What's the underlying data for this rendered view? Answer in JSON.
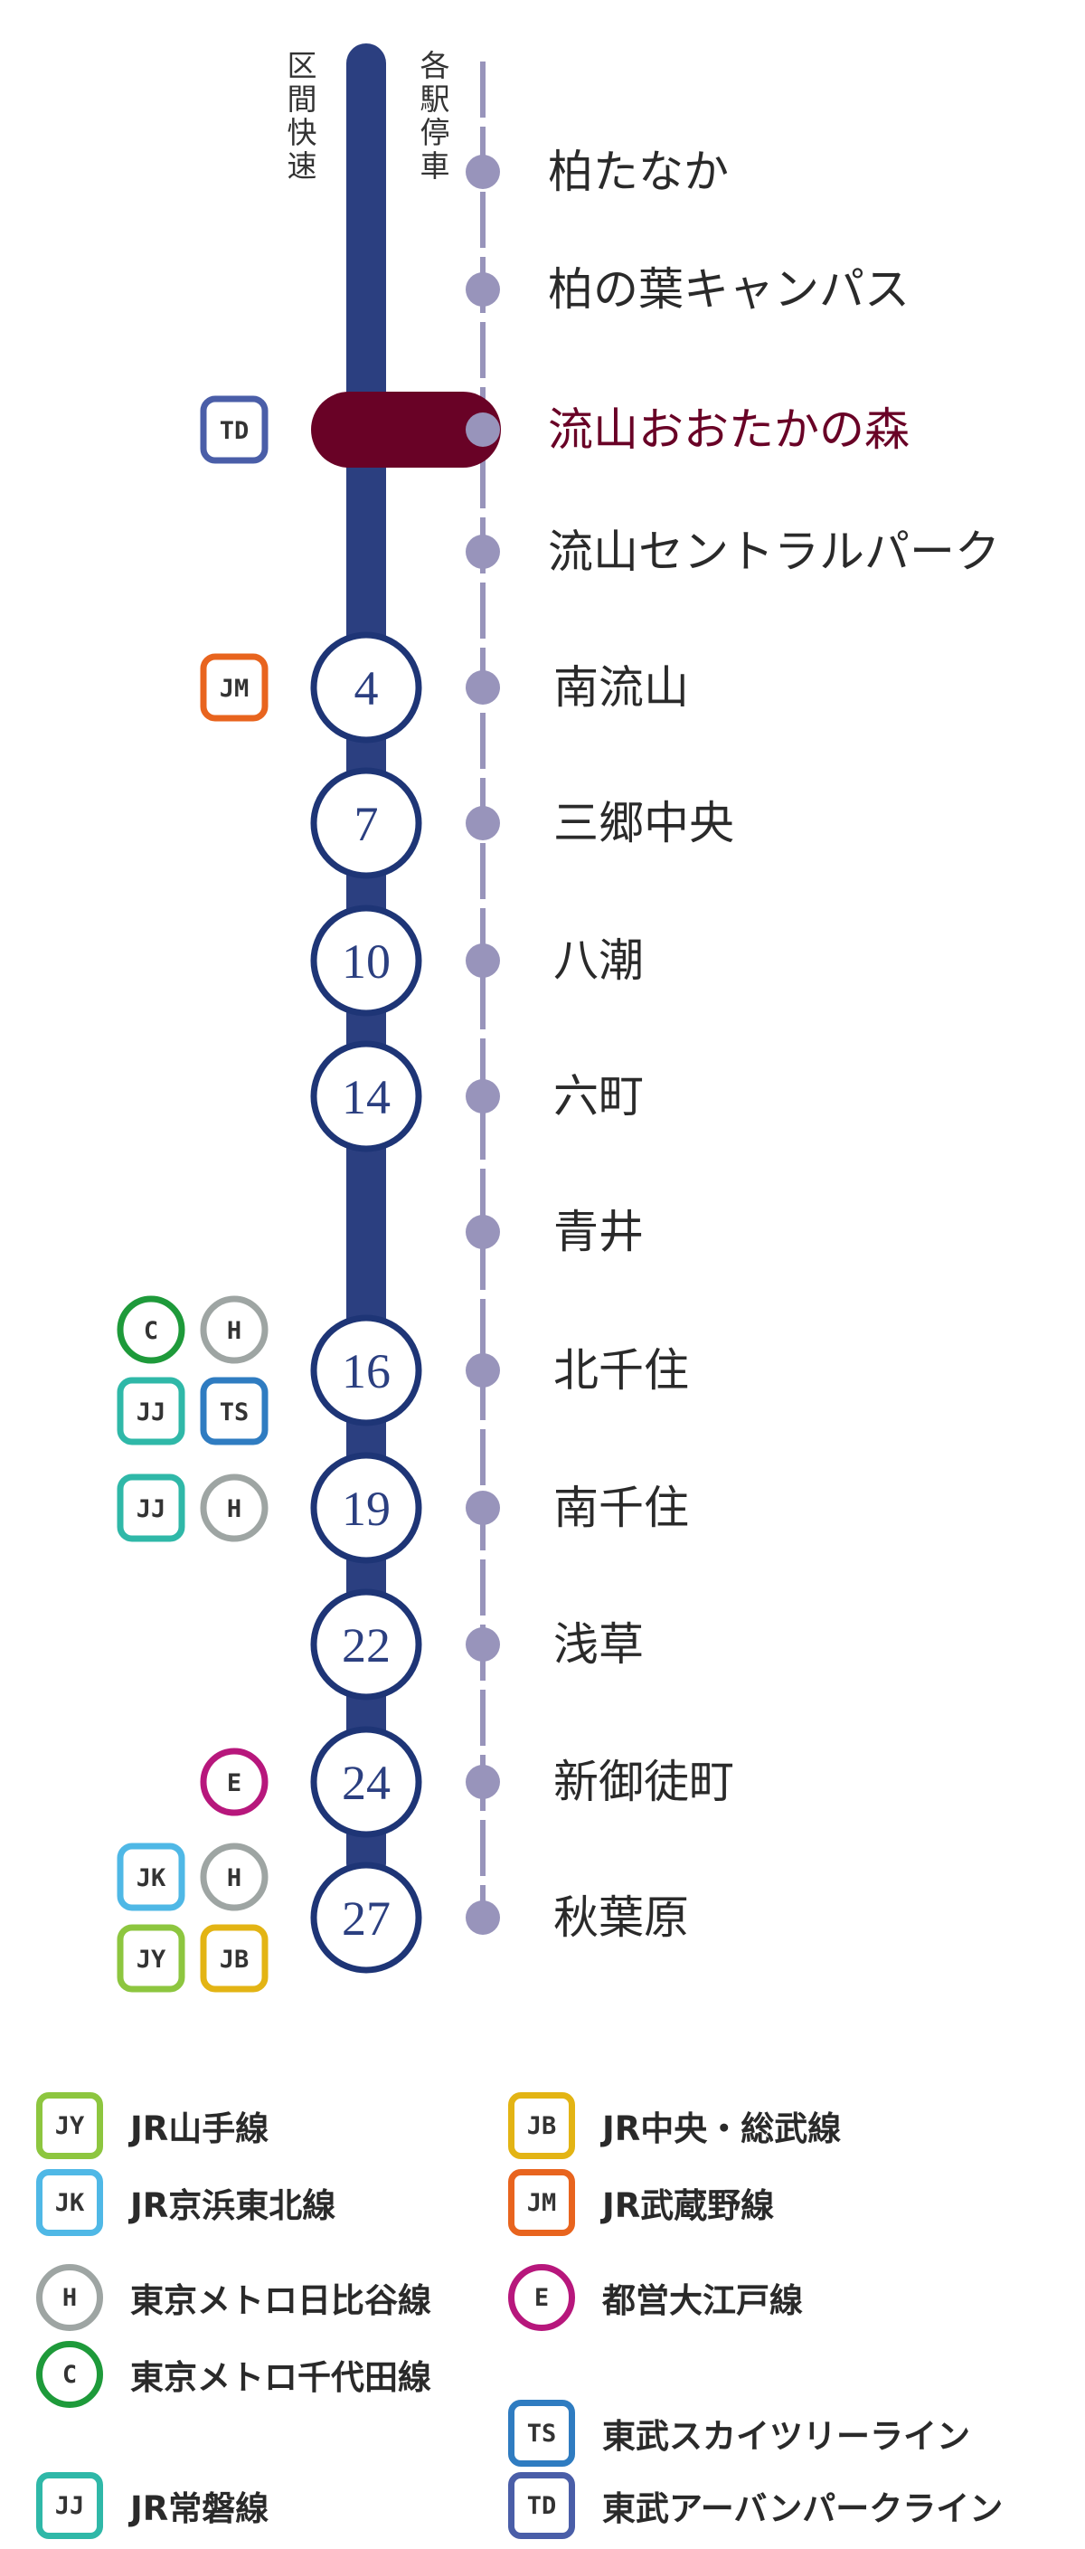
{
  "service_labels": {
    "rapid": "区間快速",
    "local": "各駅停車"
  },
  "colors": {
    "rapid_line": "#2b3f80",
    "local_line": "#9894bb",
    "highlight_pill": "#690226",
    "highlight_text": "#690226",
    "stop_circle_border": "#1e3576",
    "stop_number": "#2b3f80",
    "station_text": "#2a2a2a"
  },
  "stations": [
    {
      "name": "柏たなか",
      "rapid_stop": null,
      "highlight": false,
      "transfers": []
    },
    {
      "name": "柏の葉キャンパス",
      "rapid_stop": null,
      "highlight": false,
      "transfers": []
    },
    {
      "name": "流山おおたかの森",
      "rapid_stop": "pill",
      "highlight": true,
      "transfers": [
        "TD"
      ]
    },
    {
      "name": "流山セントラルパーク",
      "rapid_stop": null,
      "highlight": false,
      "transfers": []
    },
    {
      "name": "南流山",
      "rapid_stop": "4",
      "highlight": false,
      "transfers": [
        "JM"
      ]
    },
    {
      "name": "三郷中央",
      "rapid_stop": "7",
      "highlight": false,
      "transfers": []
    },
    {
      "name": "八潮",
      "rapid_stop": "10",
      "highlight": false,
      "transfers": []
    },
    {
      "name": "六町",
      "rapid_stop": "14",
      "highlight": false,
      "transfers": []
    },
    {
      "name": "青井",
      "rapid_stop": null,
      "highlight": false,
      "transfers": []
    },
    {
      "name": "北千住",
      "rapid_stop": "16",
      "highlight": false,
      "transfers": [
        "C",
        "H",
        "JJ",
        "TS"
      ]
    },
    {
      "name": "南千住",
      "rapid_stop": "19",
      "highlight": false,
      "transfers": [
        "JJ",
        "H"
      ]
    },
    {
      "name": "浅草",
      "rapid_stop": "22",
      "highlight": false,
      "transfers": []
    },
    {
      "name": "新御徒町",
      "rapid_stop": "24",
      "highlight": false,
      "transfers": [
        "E"
      ]
    },
    {
      "name": "秋葉原",
      "rapid_stop": "27",
      "highlight": false,
      "transfers": [
        "JK",
        "H",
        "JY",
        "JB"
      ]
    }
  ],
  "lines": {
    "JY": {
      "code": "JY",
      "name": "JR山手線",
      "shape": "square",
      "color": "#8dc63f"
    },
    "JK": {
      "code": "JK",
      "name": "JR京浜東北線",
      "shape": "square",
      "color": "#4fb8e6"
    },
    "H": {
      "code": "H",
      "name": "東京メトロ日比谷線",
      "shape": "circle",
      "color": "#9ea5a3"
    },
    "C": {
      "code": "C",
      "name": "東京メトロ千代田線",
      "shape": "circle",
      "color": "#1e9a3a"
    },
    "JJ": {
      "code": "JJ",
      "name": "JR常磐線",
      "shape": "square",
      "color": "#2fb8a8"
    },
    "JB": {
      "code": "JB",
      "name": "JR中央・総武線",
      "shape": "square",
      "color": "#e3b414"
    },
    "JM": {
      "code": "JM",
      "name": "JR武蔵野線",
      "shape": "square",
      "color": "#e8641e"
    },
    "E": {
      "code": "E",
      "name": "都営大江戸線",
      "shape": "circle",
      "color": "#b7177c"
    },
    "TS": {
      "code": "TS",
      "name": "東武スカイツリーライン",
      "shape": "square",
      "color": "#2f7cc1"
    },
    "TD": {
      "code": "TD",
      "name": "東武アーバンパークライン",
      "shape": "square",
      "color": "#4a5ea8"
    }
  },
  "legend_left": [
    "JY",
    "JK",
    "H",
    "C",
    "JJ"
  ],
  "legend_right": [
    "JB",
    "JM",
    "E",
    "TS",
    "TD"
  ]
}
